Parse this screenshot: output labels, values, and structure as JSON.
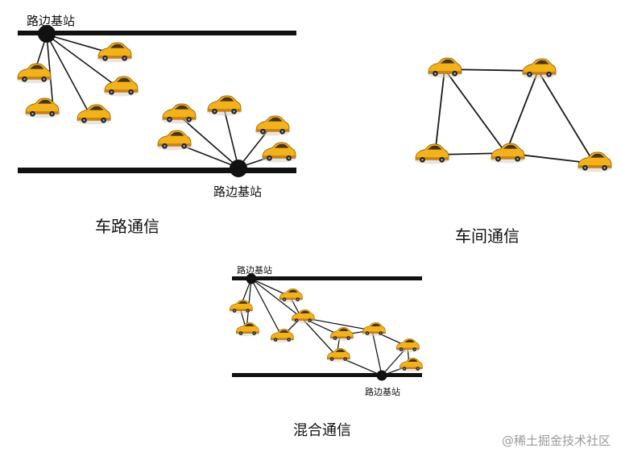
{
  "panels": {
    "v2i": {
      "caption": "车路通信",
      "station_top_label": "路边基站",
      "station_bottom_label": "路边基站"
    },
    "v2v": {
      "caption": "车间通信"
    },
    "hybrid": {
      "caption": "混合通信",
      "station_top_label": "路边基站",
      "station_bottom_label": "路边基站"
    }
  },
  "watermark": "@稀土掘金技术社区",
  "colors": {
    "road": "#111111",
    "station": "#111111",
    "link": "#1a1a1a",
    "car_body": "#f2b21c",
    "car_shade": "#c8820f",
    "car_window": "#4a3412",
    "background": "#ffffff"
  },
  "icons": [
    "car-icon",
    "base-station-icon"
  ]
}
